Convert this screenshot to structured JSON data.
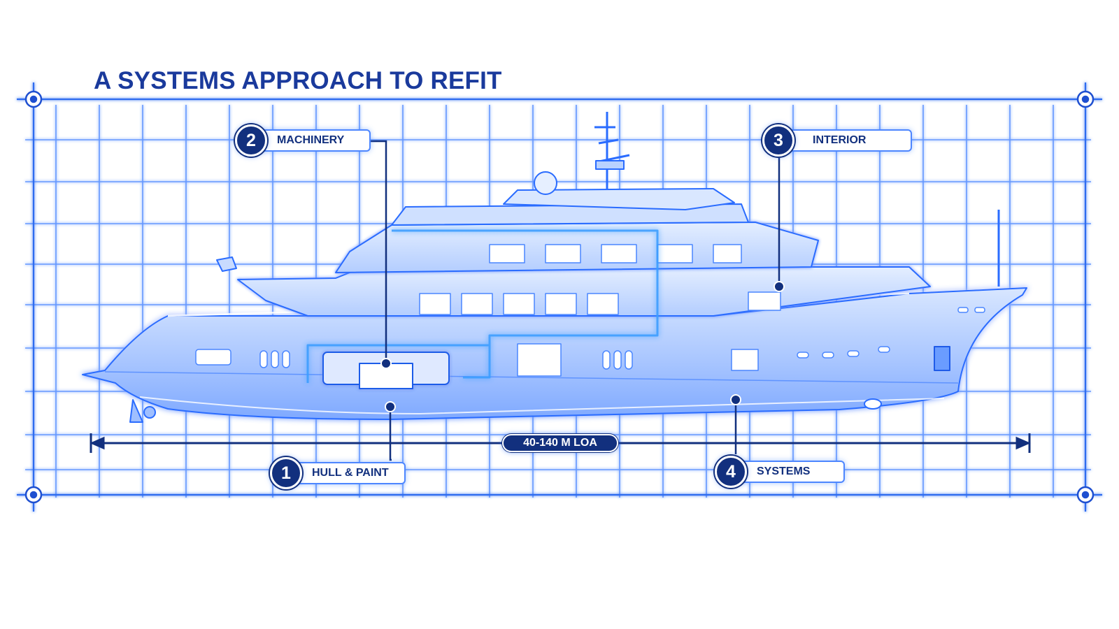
{
  "title": "A SYSTEMS APPROACH TO REFIT",
  "dimension_label": "40-140 M LOA",
  "callouts": [
    {
      "number": "1",
      "label": "HULL & PAINT"
    },
    {
      "number": "2",
      "label": "MACHINERY"
    },
    {
      "number": "3",
      "label": "INTERIOR"
    },
    {
      "number": "4",
      "label": "SYSTEMS"
    }
  ],
  "colors": {
    "navy": "#12307e",
    "title": "#1a3a9c",
    "grid": "#3f7dff",
    "glow": "#2e8bff",
    "hull_fill": "#b7d0ff"
  },
  "icons": [
    "registration-mark-icon",
    "yacht-profile-illustration",
    "dimension-arrow-icon"
  ]
}
